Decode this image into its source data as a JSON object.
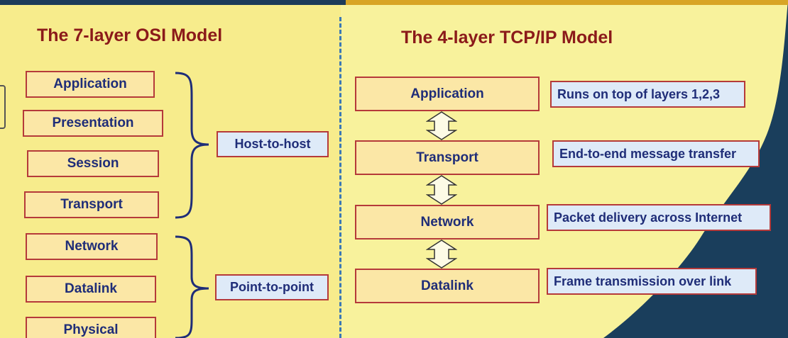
{
  "colors": {
    "background_left": "#f7ec8c",
    "background_right": "#f8f29c",
    "dark_wave": "#1a3e5c",
    "title": "#8b1a1a",
    "box_fill": "#fbe7a6",
    "box_border": "#b53a3a",
    "label_fill": "#deeaf8",
    "text": "#1f2d78",
    "divider": "#3b78b5"
  },
  "osi": {
    "title": "The 7-layer OSI Model",
    "layers": [
      "Application",
      "Presentation",
      "Session",
      "Transport",
      "Network",
      "Datalink",
      "Physical"
    ],
    "groups": [
      "Host-to-host",
      "Point-to-point"
    ]
  },
  "tcpip": {
    "title": "The 4-layer TCP/IP Model",
    "layers": [
      "Application",
      "Transport",
      "Network",
      "Datalink"
    ],
    "descriptions": [
      "Runs on top of layers 1,2,3",
      "End-to-end message transfer",
      "Packet delivery across Internet",
      "Frame transmission over link"
    ]
  }
}
